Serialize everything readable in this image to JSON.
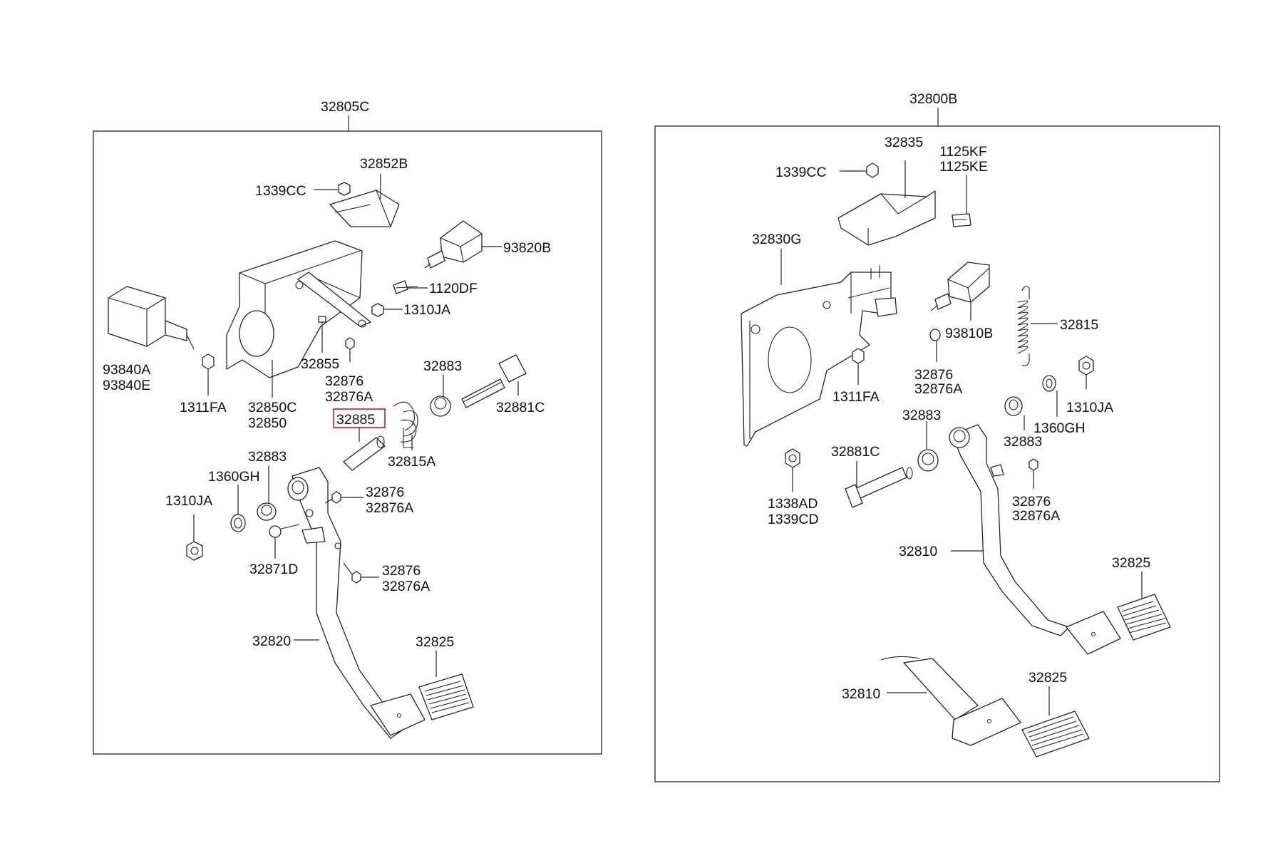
{
  "assemblies": {
    "left": "32805C",
    "right": "32800B"
  },
  "labels": {
    "l_32852B": "32852B",
    "l_1339CC": "1339CC",
    "l_93820B": "93820B",
    "l_1120DF": "1120DF",
    "l_1310JA_top": "1310JA",
    "l_93840A": "93840A",
    "l_93840E": "93840E",
    "l_1311FA": "1311FA",
    "l_32855": "32855",
    "l_32876_a": "32876",
    "l_32876A_a": "32876A",
    "l_32850C": "32850C",
    "l_32850": "32850",
    "l_32883_a": "32883",
    "l_32881C": "32881C",
    "l_32885": "32885",
    "l_32815A": "32815A",
    "l_32883_b": "32883",
    "l_1360GH": "1360GH",
    "l_1310JA_low": "1310JA",
    "l_32876_b": "32876",
    "l_32876A_b": "32876A",
    "l_32871D": "32871D",
    "l_32876_c": "32876",
    "l_32876A_c": "32876A",
    "l_32820": "32820",
    "l_32825_l": "32825",
    "r_32835": "32835",
    "r_1125KF": "1125KF",
    "r_1125KE": "1125KE",
    "r_1339CC": "1339CC",
    "r_32830G": "32830G",
    "r_32815": "32815",
    "r_93810B": "93810B",
    "r_1311FA": "1311FA",
    "r_32876_a": "32876",
    "r_32876A_a": "32876A",
    "r_1310JA": "1310JA",
    "r_1360GH": "1360GH",
    "r_32883_a": "32883",
    "r_32883_b": "32883",
    "r_32881C": "32881C",
    "r_1338AD": "1338AD",
    "r_1339CD": "1339CD",
    "r_32876_b": "32876",
    "r_32876A_b": "32876A",
    "r_32810_a": "32810",
    "r_32825_a": "32825",
    "r_32810_b": "32810",
    "r_32825_b": "32825"
  },
  "highlight": {
    "color": "#d43030"
  }
}
